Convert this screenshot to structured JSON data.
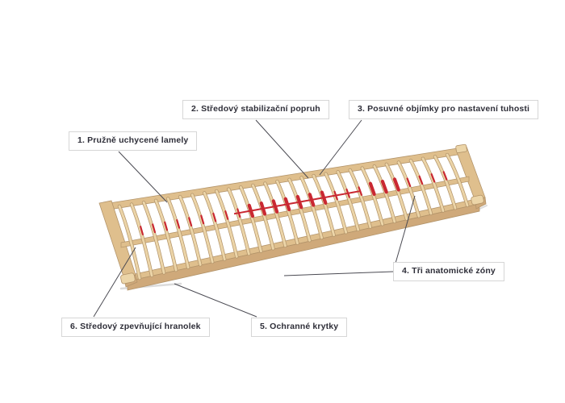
{
  "diagram": {
    "labels": [
      {
        "text": "1. Pružně uchycené lamely"
      },
      {
        "text": "2. Středový stabilizační popruh"
      },
      {
        "text": "3. Posuvné objímky pro nastavení tuhosti"
      },
      {
        "text": "4. Tři anatomické zóny"
      },
      {
        "text": "5. Ochranné krytky"
      },
      {
        "text": "6. Středový zpevňující hranolek"
      }
    ],
    "colors": {
      "background": "#ffffff",
      "wood_light": "#ecd5a8",
      "wood_mid": "#dfbf8d",
      "wood_dark": "#b3946a",
      "wood_face": "#cfa97a",
      "strap_red": "#c92832",
      "leader_line": "#4a4a52",
      "label_border": "#d6d6d6",
      "label_text": "#2e2e38",
      "shadow": "#dcdcdc"
    }
  }
}
